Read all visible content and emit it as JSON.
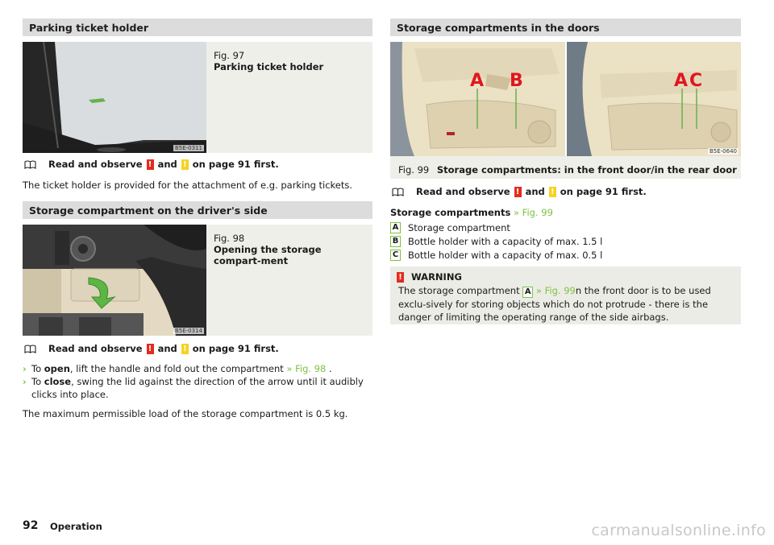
{
  "left": {
    "section1_title": "Parking ticket holder",
    "fig97": {
      "number": "Fig. 97",
      "title": "Parking ticket holder",
      "code": "B5E-0311"
    },
    "read1": {
      "prefix": "Read and observe",
      "and": "and",
      "suffix": "on page 91 first."
    },
    "para1": "The ticket holder is provided for the attachment of e.g. parking tickets.",
    "section2_title": "Storage compartment on the driver's side",
    "fig98": {
      "number": "Fig. 98",
      "title": "Opening the storage compart-ment",
      "code": "B5E-0314"
    },
    "read2": {
      "prefix": "Read and observe",
      "and": "and",
      "suffix": "on page 91 first."
    },
    "bullet1": {
      "pre": "To ",
      "bold": "open",
      "text": ", lift the handle and fold out the compartment ",
      "link": "» Fig. 98",
      "post": " ."
    },
    "bullet2": {
      "pre": "To ",
      "bold": "close",
      "text": ", swing the lid against the direction of the arrow until it audibly clicks into place."
    },
    "para2": "The maximum permissible load of the storage compartment is 0.5 kg."
  },
  "right": {
    "section_title": "Storage compartments in the doors",
    "fig99": {
      "number": "Fig. 99",
      "title": "Storage compartments: in the front door/in the rear door",
      "code": "B5E-0640"
    },
    "callouts": [
      "A",
      "B",
      "A",
      "C"
    ],
    "read": {
      "prefix": "Read and observe",
      "and": "and",
      "suffix": "on page 91 first."
    },
    "list_title": "Storage compartments",
    "list_link": "» Fig. 99",
    "items": [
      {
        "letter": "A",
        "text": "Storage compartment"
      },
      {
        "letter": "B",
        "text": "Bottle holder with a capacity of max. 1.5 l"
      },
      {
        "letter": "C",
        "text": "Bottle holder with a capacity of max. 0.5 l"
      }
    ],
    "warning": {
      "label": "WARNING",
      "pre": "The storage compartment ",
      "letter": "A",
      "link": "» Fig. 99",
      "post": "n the front door is to be used exclu-sively for storing objects which do not protrude - there is the danger of limiting the operating range of the side airbags."
    }
  },
  "footer": {
    "page": "92",
    "label": "Operation",
    "watermark": "carmanualsonline.info"
  },
  "icons": {
    "book": "book-icon",
    "warn_red": "warning-red-icon",
    "warn_yellow": "warning-yellow-icon",
    "bullet_arrow": "chevron-right-icon"
  },
  "colors": {
    "accent_green": "#7dc143",
    "warning_red": "#e52a1f",
    "warning_yellow": "#f5d320",
    "callout_red": "#e0161e"
  }
}
